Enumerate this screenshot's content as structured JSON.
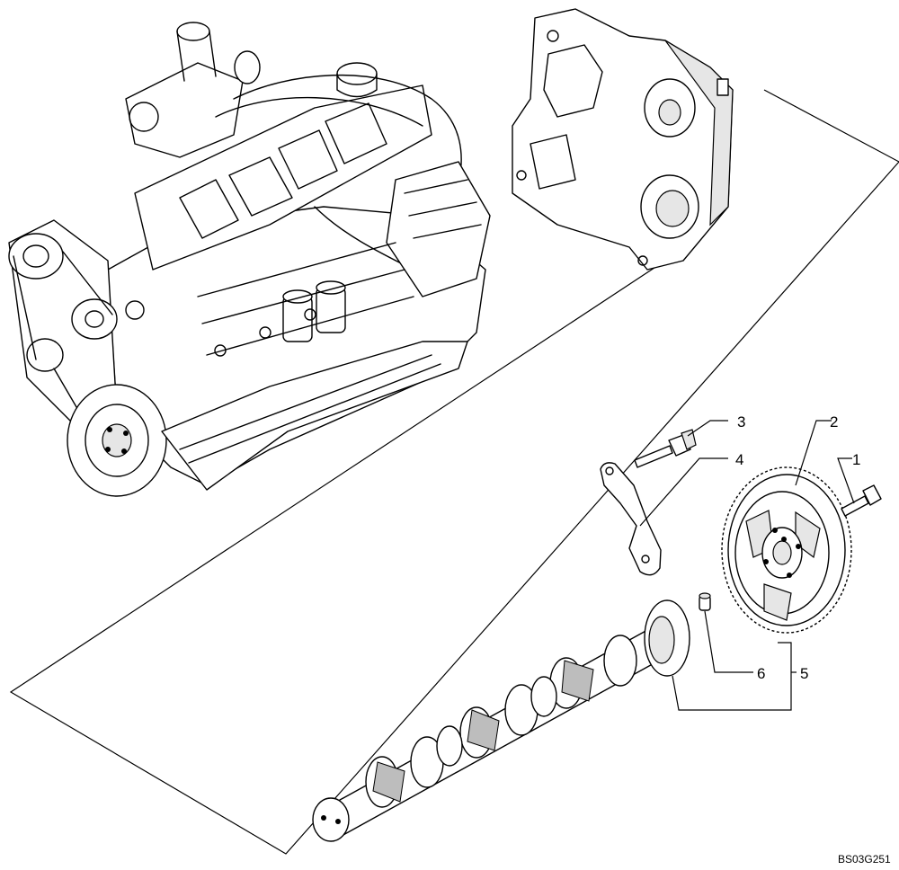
{
  "callouts": {
    "c1": "1",
    "c2": "2",
    "c3": "3",
    "c4": "4",
    "c5": "5",
    "c6": "6"
  },
  "reference_code": "BS03G251"
}
